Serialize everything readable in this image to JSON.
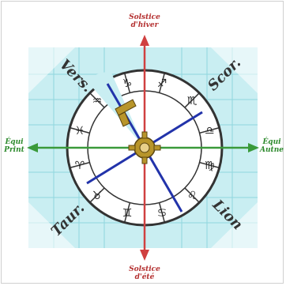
{
  "axes": {
    "top": [
      "Solstice",
      "d'hiver"
    ],
    "bottom": [
      "Solstice",
      "d'été"
    ],
    "left": [
      "Équi",
      "Print"
    ],
    "right": [
      "Équi",
      "Autne"
    ]
  },
  "corners": {
    "top_left": "Vers.",
    "top_right": "Scor.",
    "bottom_left": "Taur.",
    "bottom_right": "Lion"
  },
  "zodiac_signs": [
    {
      "name": "Capricorne",
      "glyph": "♑"
    },
    {
      "name": "Sagittaire",
      "glyph": "♐"
    },
    {
      "name": "Scorpion",
      "glyph": "♏"
    },
    {
      "name": "Balance",
      "glyph": "♎"
    },
    {
      "name": "Vierge",
      "glyph": "♍"
    },
    {
      "name": "Lion",
      "glyph": "♌"
    },
    {
      "name": "Cancer",
      "glyph": "♋"
    },
    {
      "name": "Gémeaux",
      "glyph": "♊"
    },
    {
      "name": "Taureau",
      "glyph": "♉"
    },
    {
      "name": "Bélier",
      "glyph": "♈"
    },
    {
      "name": "Poissons",
      "glyph": "♓"
    },
    {
      "name": "Verseau",
      "glyph": "♒"
    }
  ],
  "colors": {
    "solstice_axis": "#d04040",
    "equinox_axis": "#3a9a3a",
    "diameters": "#2233aa",
    "grid_fill": "#c9eef2",
    "grid_line": "#8fd6de",
    "center": "#b8952a"
  }
}
